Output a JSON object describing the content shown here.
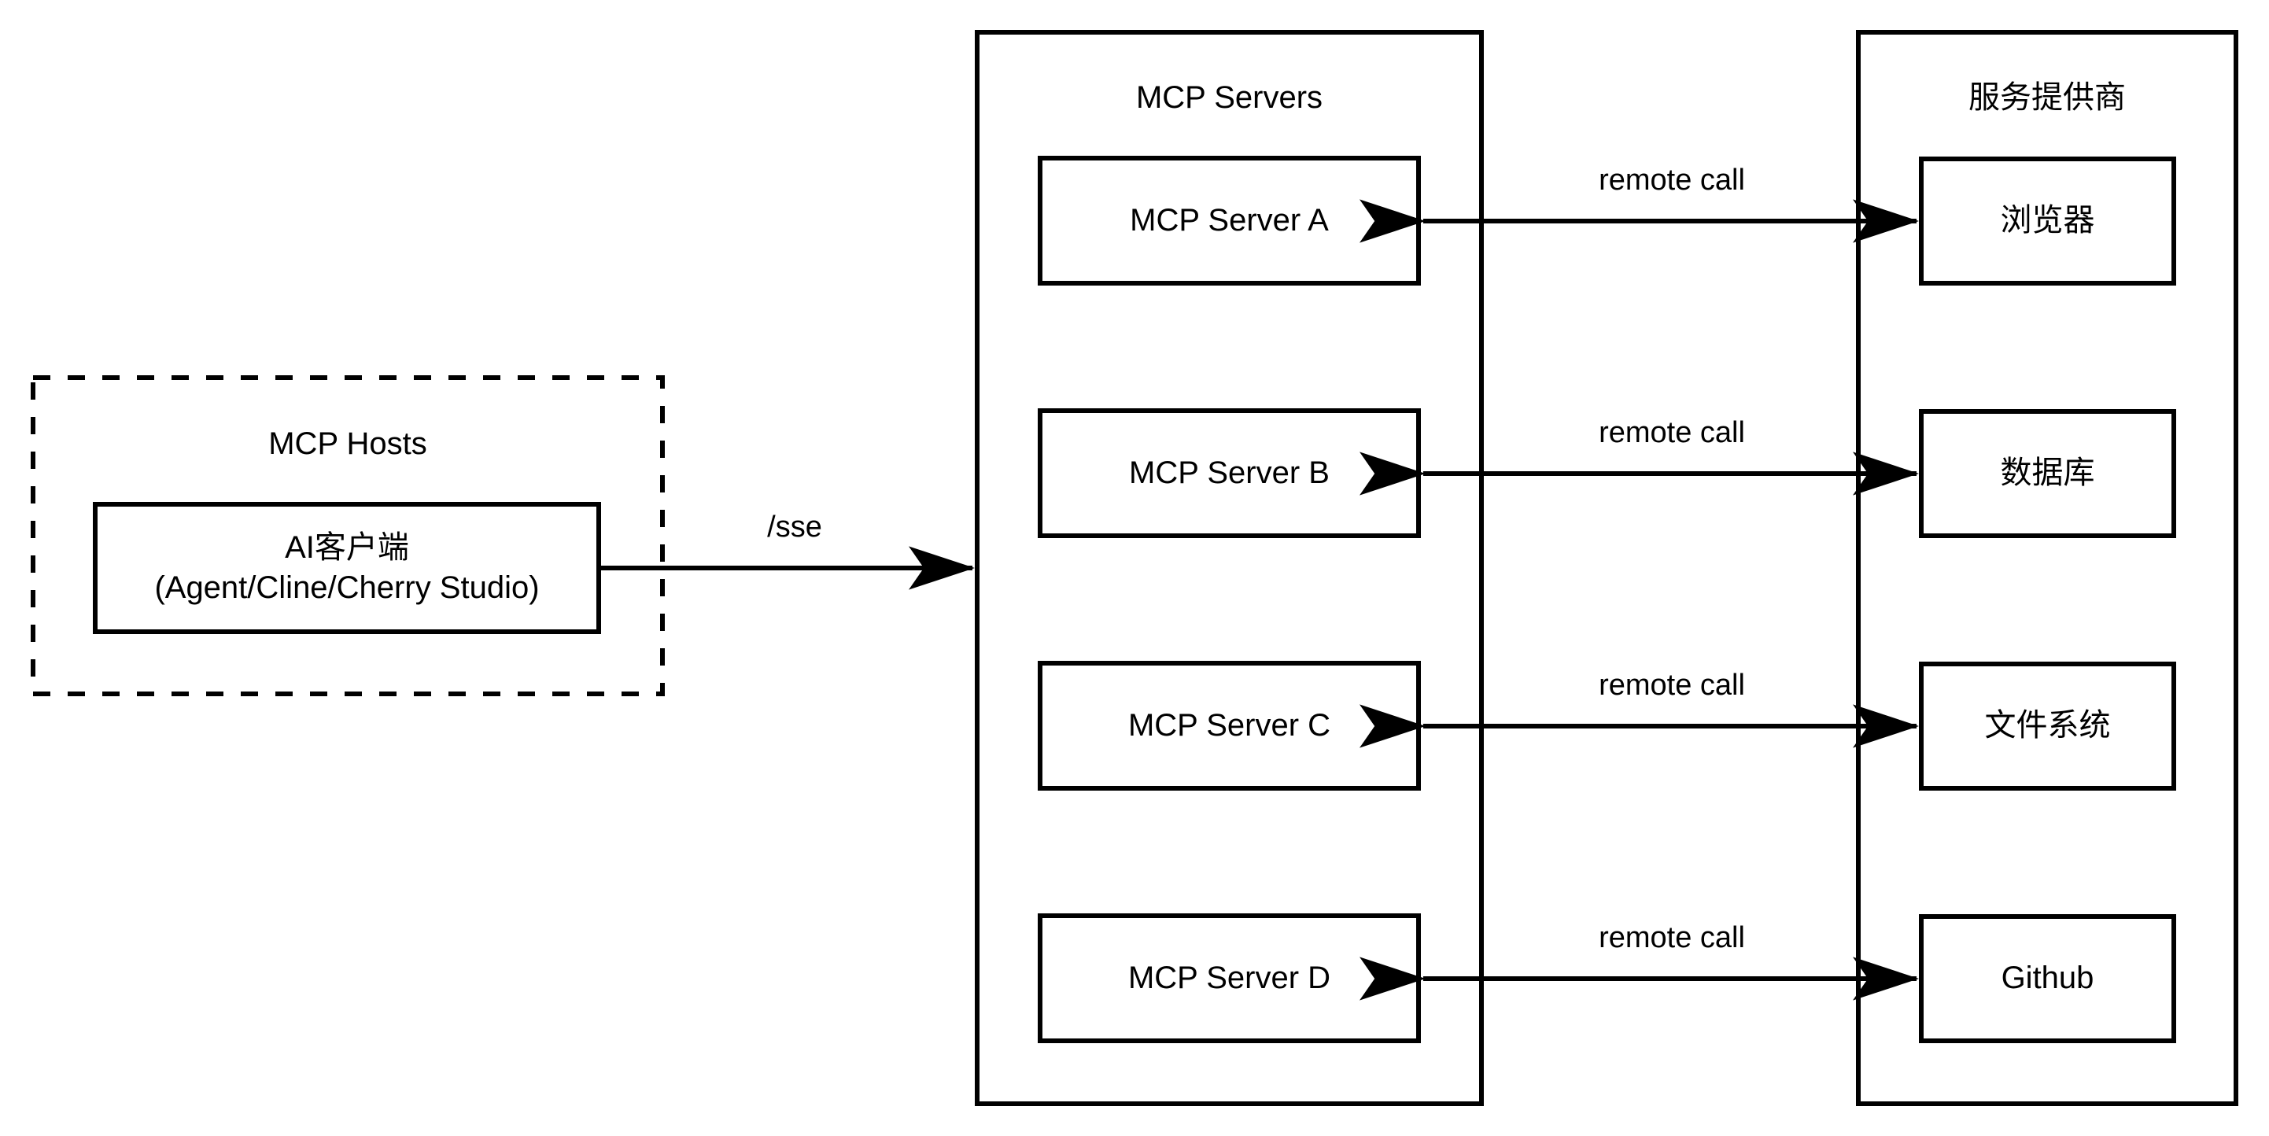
{
  "diagram": {
    "type": "architecture-flow",
    "background_color": "#ffffff",
    "stroke_color": "#000000",
    "groups": [
      {
        "id": "mcp-hosts",
        "title": "MCP Hosts",
        "border_style": "dashed"
      },
      {
        "id": "mcp-servers",
        "title": "MCP Servers",
        "border_style": "solid"
      },
      {
        "id": "service-providers",
        "title": "服务提供商",
        "border_style": "solid"
      }
    ],
    "client_box": {
      "line1": "AI客户端",
      "line2": "(Agent/Cline/Cherry Studio)"
    },
    "servers": [
      {
        "label": "MCP Server A"
      },
      {
        "label": "MCP Server B"
      },
      {
        "label": "MCP Server C"
      },
      {
        "label": "MCP Server D"
      }
    ],
    "providers": [
      {
        "label": "浏览器"
      },
      {
        "label": "数据库"
      },
      {
        "label": "文件系统"
      },
      {
        "label": "Github"
      }
    ],
    "edges": [
      {
        "id": "client-to-servers",
        "label": "/sse",
        "direction": "right"
      },
      {
        "id": "server-a-provider-a",
        "label": "remote call",
        "direction": "both"
      },
      {
        "id": "server-b-provider-b",
        "label": "remote call",
        "direction": "both"
      },
      {
        "id": "server-c-provider-c",
        "label": "remote call",
        "direction": "both"
      },
      {
        "id": "server-d-provider-d",
        "label": "remote call",
        "direction": "both"
      }
    ]
  }
}
